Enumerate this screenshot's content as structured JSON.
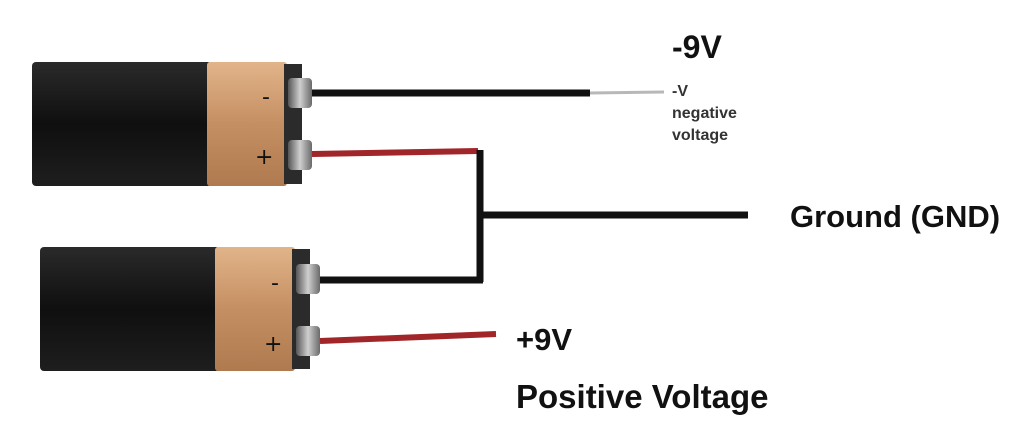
{
  "battery_top": {
    "minus": "-",
    "plus": "+"
  },
  "battery_bottom": {
    "minus": "-",
    "plus": "+"
  },
  "neg_label": {
    "title": "-9V",
    "line1": "-V",
    "line2": "negative",
    "line3": "voltage"
  },
  "gnd_label": "Ground (GND)",
  "pos_label": {
    "title": "+9V",
    "subtitle": "Positive Voltage"
  },
  "colors": {
    "wire_black": "#111111",
    "wire_red": "#a0262a",
    "battery_body": "#141414",
    "battery_cap": "#c9956a"
  }
}
